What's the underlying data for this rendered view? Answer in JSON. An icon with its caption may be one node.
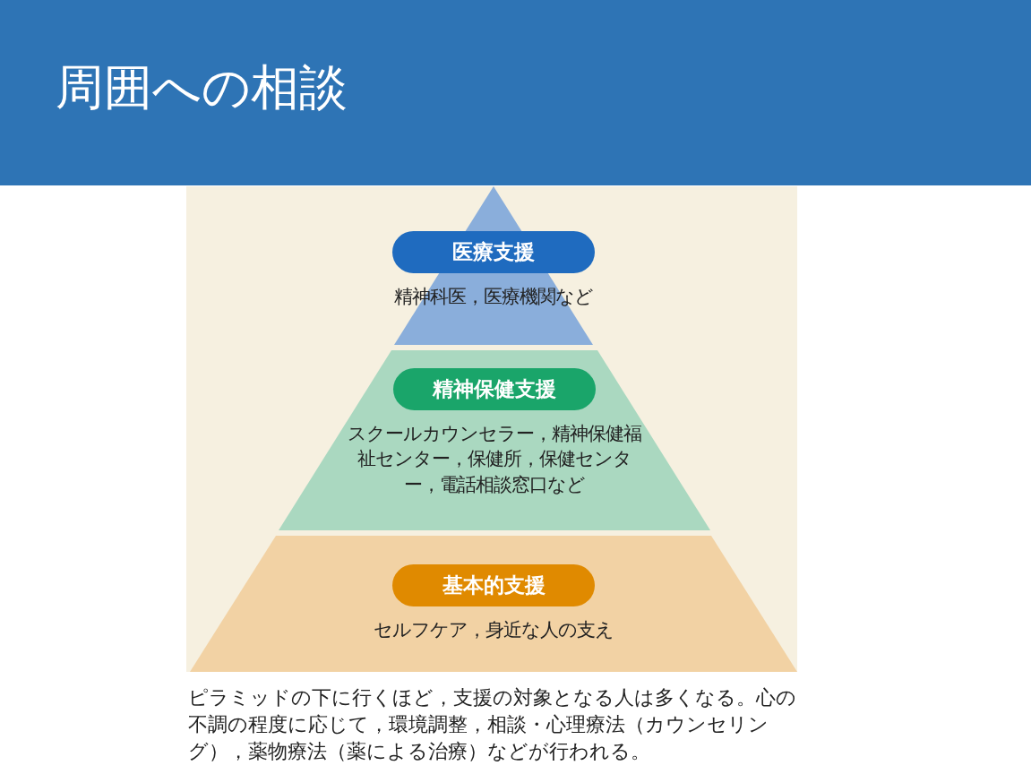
{
  "diagram": {
    "title": "周囲への相談",
    "nodes": [
      {
        "text": [
          "医療支援",
          "精神科医，医療機関など"
        ]
      },
      {
        "text": [
          "精神保健支援",
          "スクールカウンセラー，精神保健福祉センター，保健所，保健センター，電話相談窓口など"
        ]
      },
      {
        "text": [
          "基本的支援",
          "セルフケア，身近な人の支え"
        ]
      }
    ],
    "caption": "ピラミッドの下に行くほど，支援の対象となる人は多くなる。心の不調の程度に応じて，環境調整，相談・心理療法（カウンセリング），薬物療法（薬による治療）などが行われる。"
  }
}
